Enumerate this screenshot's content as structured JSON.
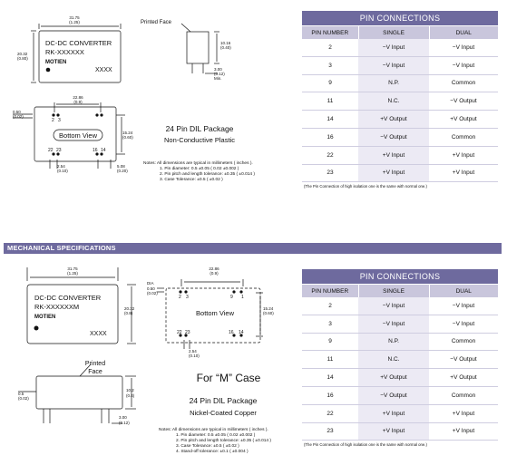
{
  "top": {
    "dims": {
      "width": "31.75",
      "width_in": "(1.25)",
      "height": "20.32",
      "height_in": "(0.80)",
      "side_height": "10.16",
      "side_height_in": "(0.40)",
      "standoff": "3.00",
      "standoff_in": "(0.12)",
      "standoff_min": "Min.",
      "pin_row": "22.86",
      "pin_row_in": "(0.9)",
      "row_spacing": "15.24",
      "row_spacing_in": "(0.60)",
      "pin_dia": "0.50",
      "pin_dia_in": "(0.02)",
      "pitch": "2.54",
      "pitch_in": "(0.10)",
      "edge": "0.50",
      "edge_in": "(0.02)",
      "end": "5.08",
      "end_in": "(0.20)"
    },
    "label_line1": "DC-DC CONVERTER",
    "label_line2": "RK-XXXXXX",
    "brand": "MOTIEN",
    "date_code": "XXXX",
    "printed_face": "Printed Face",
    "bottom_view": "Bottom View",
    "pin_numbers": {
      "p2": "2",
      "p3": "3",
      "p22": "22",
      "p23": "23",
      "p16": "16",
      "p14": "14"
    },
    "package_title": "24 Pin DIL Package",
    "package_sub": "Non-Conductive Plastic",
    "notes": [
      "Notes: All dimensions are typical in millimeters ( inches ).",
      "1. Pin diameter: 0.5 ±0.05 ( 0.02 ±0.002 )",
      "2. Pin pitch and length tolerance: ±0.35 ( ±0.014 )",
      "3. Case Tolerance: ±0.5 ( ±0.02 )"
    ]
  },
  "pin_table_top": {
    "title": "PIN CONNECTIONS",
    "headers": [
      "PIN NUMBER",
      "SINGLE",
      "DUAL"
    ],
    "rows": [
      [
        "2",
        "−V Input",
        "−V Input"
      ],
      [
        "3",
        "−V Input",
        "−V Input"
      ],
      [
        "9",
        "N.P.",
        "Common"
      ],
      [
        "11",
        "N.C.",
        "−V Output"
      ],
      [
        "14",
        "+V Output",
        "+V Output"
      ],
      [
        "16",
        "−V Output",
        "Common"
      ],
      [
        "22",
        "+V Input",
        "+V Input"
      ],
      [
        "23",
        "+V Input",
        "+V Input"
      ]
    ],
    "note": "(The Pin Connection of high isolation one is the same with normal one.)"
  },
  "mech_banner": "MECHANICAL SPECIFICATIONS",
  "bottom": {
    "dims": {
      "width": "31.75",
      "width_in": "(1.25)",
      "height": "20.32",
      "height_in": "(0.8)",
      "dia": "DIA",
      "dia_val": "0.50",
      "dia_in": "(0.02)",
      "pin_row": "22.86",
      "pin_row_in": "(0.9)",
      "row_spacing": "15.24",
      "row_spacing_in": "(0.60)",
      "pitch": "2.54",
      "pitch_in": "(0.10)",
      "edge": "0.5",
      "edge_in": "(0.02)",
      "side_height": "10.2",
      "side_height_in": "(0.4)",
      "standoff": "3.00",
      "standoff_in": "(0.12)"
    },
    "label_line1": "DC-DC CONVERTER",
    "label_line2": "RK-XXXXXXM",
    "brand": "MOTIEN",
    "date_code": "XXXX",
    "printed_face_1": "Printed",
    "printed_face_2": "Face",
    "bottom_view": "Bottom View",
    "pin_numbers": {
      "p2": "2",
      "p3": "3",
      "p9": "9",
      "p1": "1",
      "p22": "22",
      "p23": "23",
      "p16": "16",
      "p14": "14"
    },
    "m_case": "For “M” Case",
    "package_title": "24 Pin DIL Package",
    "package_sub": "Nickel-Coated Copper",
    "notes": [
      "Notes: All dimensions are typical in millimeters ( inches ).",
      "1. Pin diameter: 0.5 ±0.05 ( 0.02 ±0.002 )",
      "2. Pin pitch and length tolerance: ±0.35 ( ±0.014 )",
      "3. Case Tolerance: ±0.5 ( ±0.02 )",
      "4. Stand-off tolerance: ±0.1 ( ±0.004 )"
    ]
  },
  "pin_table_bottom": {
    "title": "PIN CONNECTIONS",
    "headers": [
      "PIN NUMBER",
      "SINGLE",
      "DUAL"
    ],
    "rows": [
      [
        "2",
        "−V Input",
        "−V Input"
      ],
      [
        "3",
        "−V Input",
        "−V Input"
      ],
      [
        "9",
        "N.P.",
        "Common"
      ],
      [
        "11",
        "N.C.",
        "−V Output"
      ],
      [
        "14",
        "+V Output",
        "+V Output"
      ],
      [
        "16",
        "−V Output",
        "Common"
      ],
      [
        "22",
        "+V Input",
        "+V Input"
      ],
      [
        "23",
        "+V Input",
        "+V Input"
      ]
    ],
    "note": "(The Pin Connection of high isolation one is the same with normal one.)"
  }
}
